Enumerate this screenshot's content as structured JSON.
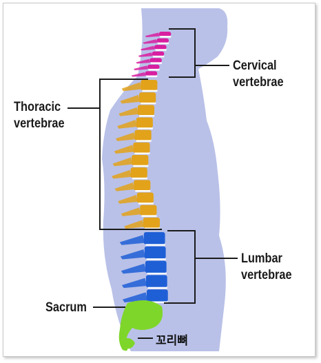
{
  "labels": {
    "cervical": [
      "Cervical",
      "vertebrae"
    ],
    "thoracic": [
      "Thoracic",
      "vertebrae"
    ],
    "lumbar": [
      "Lumbar",
      "vertebrae"
    ],
    "sacrum": "Sacrum",
    "tailbone": "꼬리뼈"
  },
  "colors": {
    "body": "#b9c1e8",
    "cervical": "#d81fa0",
    "thoracic": "#e2a21a",
    "lumbar": "#1f5fd6",
    "sacrum": "#7fd62a",
    "disc": "#ffffff",
    "line": "#1a1a1a"
  }
}
